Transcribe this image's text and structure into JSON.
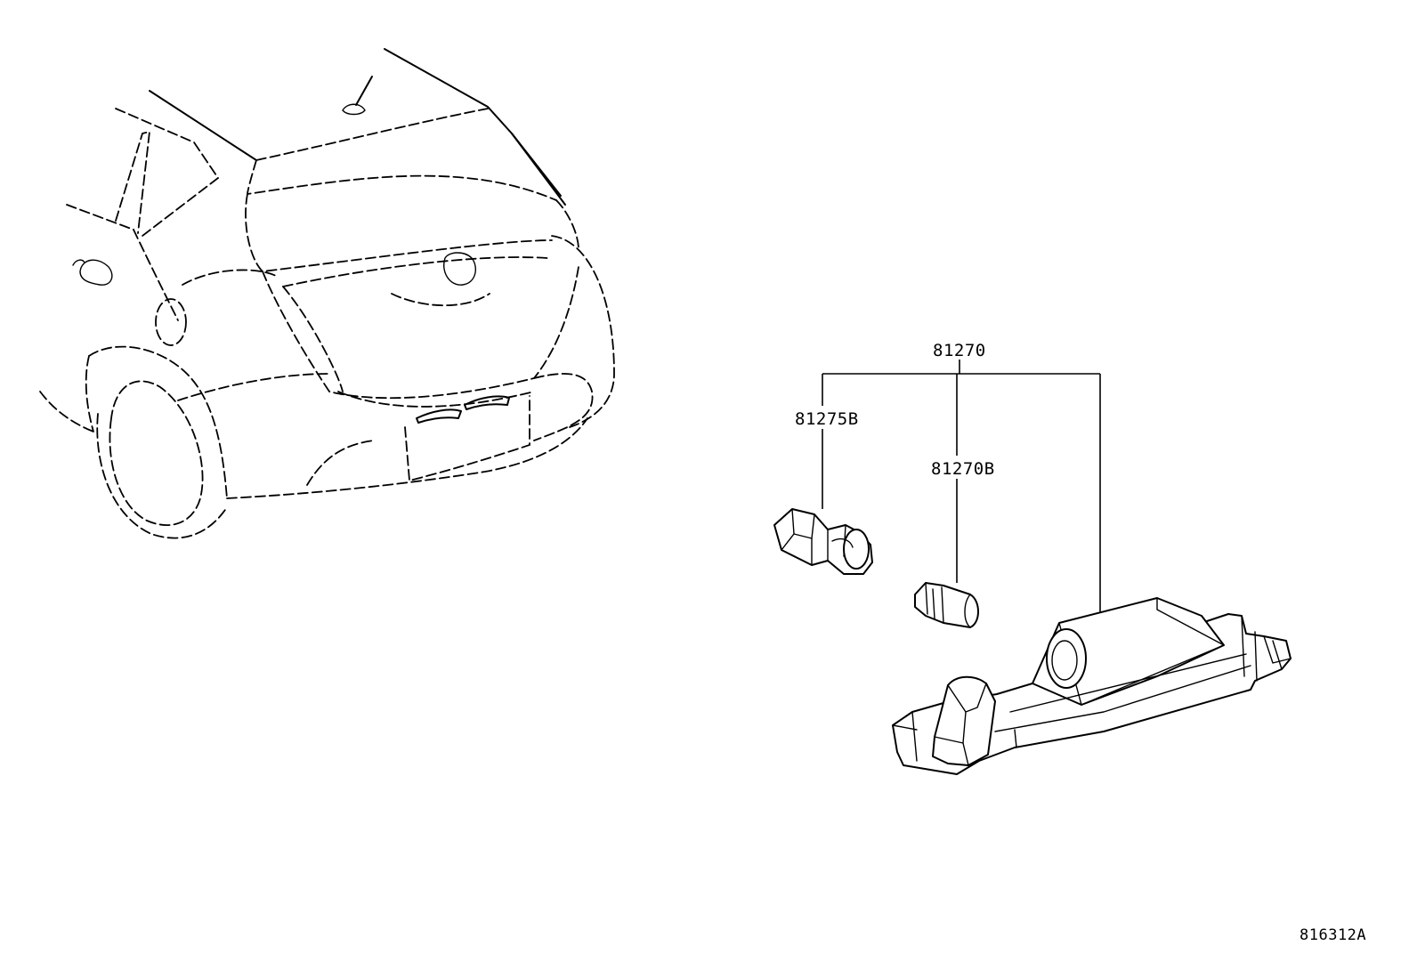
{
  "labels": {
    "assembly": "81270",
    "socket": "81275B",
    "bulb": "81270B"
  },
  "diagram_code": "816312A",
  "colors": {
    "line": "#000000",
    "background": "#ffffff"
  }
}
